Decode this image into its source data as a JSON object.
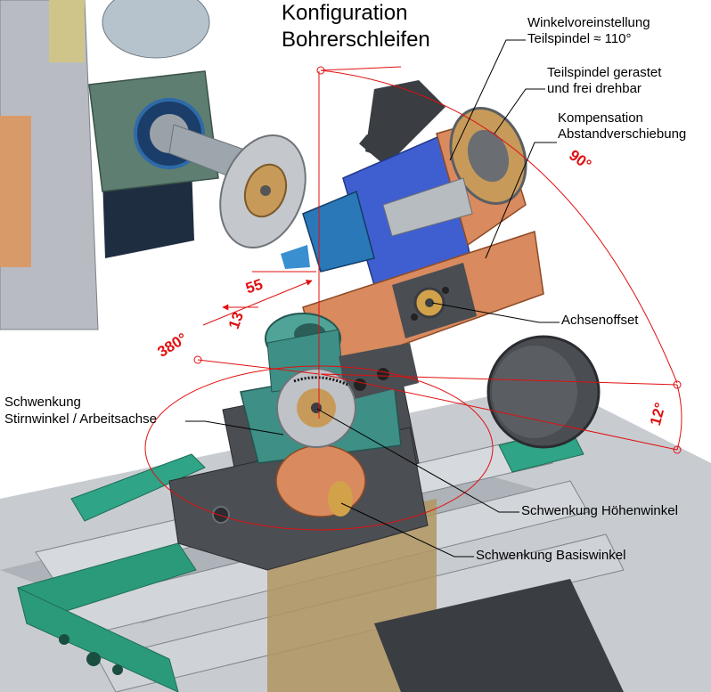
{
  "title": {
    "line1": "Konfiguration",
    "line2": "Bohrerschleifen"
  },
  "labels": {
    "winkel_line1": "Winkelvoreinstellung",
    "winkel_line2": "Teilspindel ≈ 110°",
    "teilspindel_line1": "Teilspindel gerastet",
    "teilspindel_line2": "und frei drehbar",
    "kompensation_line1": "Kompensation",
    "kompensation_line2": "Abstandverschiebung",
    "achsenoffset": "Achsenoffset",
    "schwenkung_stirn_line1": "Schwenkung",
    "schwenkung_stirn_line2": "Stirnwinkel / Arbeitsachse",
    "schwenkung_hoehen": "Schwenkung Höhenwinkel",
    "schwenkung_basis": "Schwenkung Basiswinkel"
  },
  "dimensions": {
    "angle_90": "90°",
    "angle_380": "380°",
    "angle_12": "12°",
    "dist_55": "55",
    "dist_13": "13"
  },
  "colors": {
    "annotation_red": "#e01010",
    "table_gray": "#b4b9bf",
    "rail_green": "#2b9a7a",
    "head_blue": "#3f5fd0",
    "copper": "#d98a5e",
    "teal_swivel": "#3e8f86",
    "dark_gray": "#4a4d52",
    "disc_tan": "#c89a5a"
  }
}
